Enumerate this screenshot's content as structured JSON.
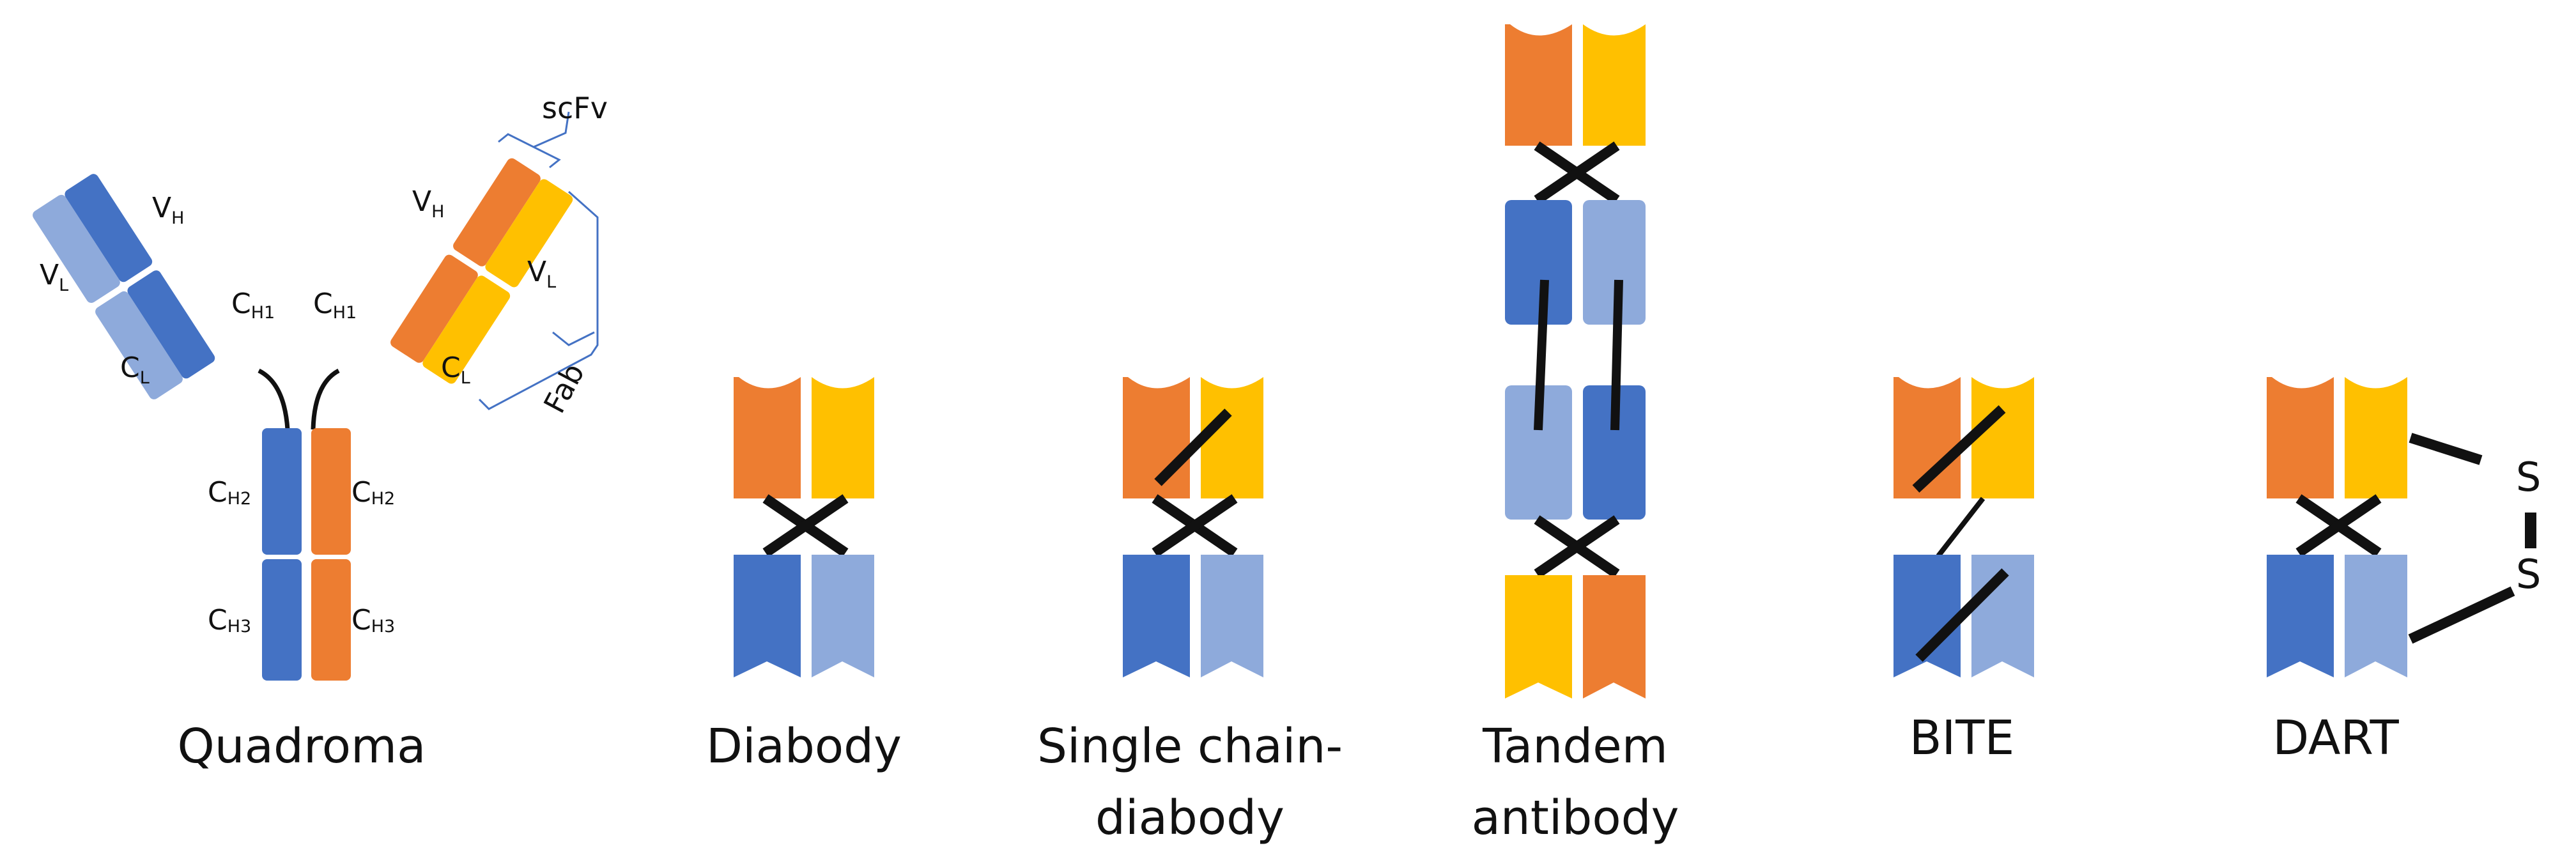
{
  "colors": {
    "vh_blue": "#4472C4",
    "vl_light_blue": "#8EAADB",
    "orange": "#ED7D31",
    "yellow": "#FFC000",
    "linker": "#111111",
    "bracket": "#4472C4"
  },
  "quadroma": {
    "label_VH_left": {
      "main": "V",
      "sub": "H"
    },
    "label_VL_left": {
      "main": "V",
      "sub": "L"
    },
    "label_CH1_left": {
      "main": "C",
      "sub": "H1"
    },
    "label_CL_left": {
      "main": "C",
      "sub": "L"
    },
    "label_VH_right": {
      "main": "V",
      "sub": "H"
    },
    "label_VL_right": {
      "main": "V",
      "sub": "L"
    },
    "label_CH1_right": {
      "main": "C",
      "sub": "H1"
    },
    "label_CL_right": {
      "main": "C",
      "sub": "L"
    },
    "label_CH2_left": {
      "main": "C",
      "sub": "H2"
    },
    "label_CH2_right": {
      "main": "C",
      "sub": "H2"
    },
    "label_CH3_left": {
      "main": "C",
      "sub": "H3"
    },
    "label_CH3_right": {
      "main": "C",
      "sub": "H3"
    },
    "scfv_label": "scFv",
    "fab_label": "Fab"
  },
  "dart": {
    "sulfur_top": "S",
    "sulfur_bottom": "S"
  },
  "captions": {
    "quadroma": "Quadroma",
    "diabody": "Diabody",
    "sc_diabody_line1": "Single chain-",
    "sc_diabody_line2": "diabody",
    "tandem_line1": "Tandem",
    "tandem_line2": "antibody",
    "bite": "BITE",
    "dart": "DART"
  }
}
